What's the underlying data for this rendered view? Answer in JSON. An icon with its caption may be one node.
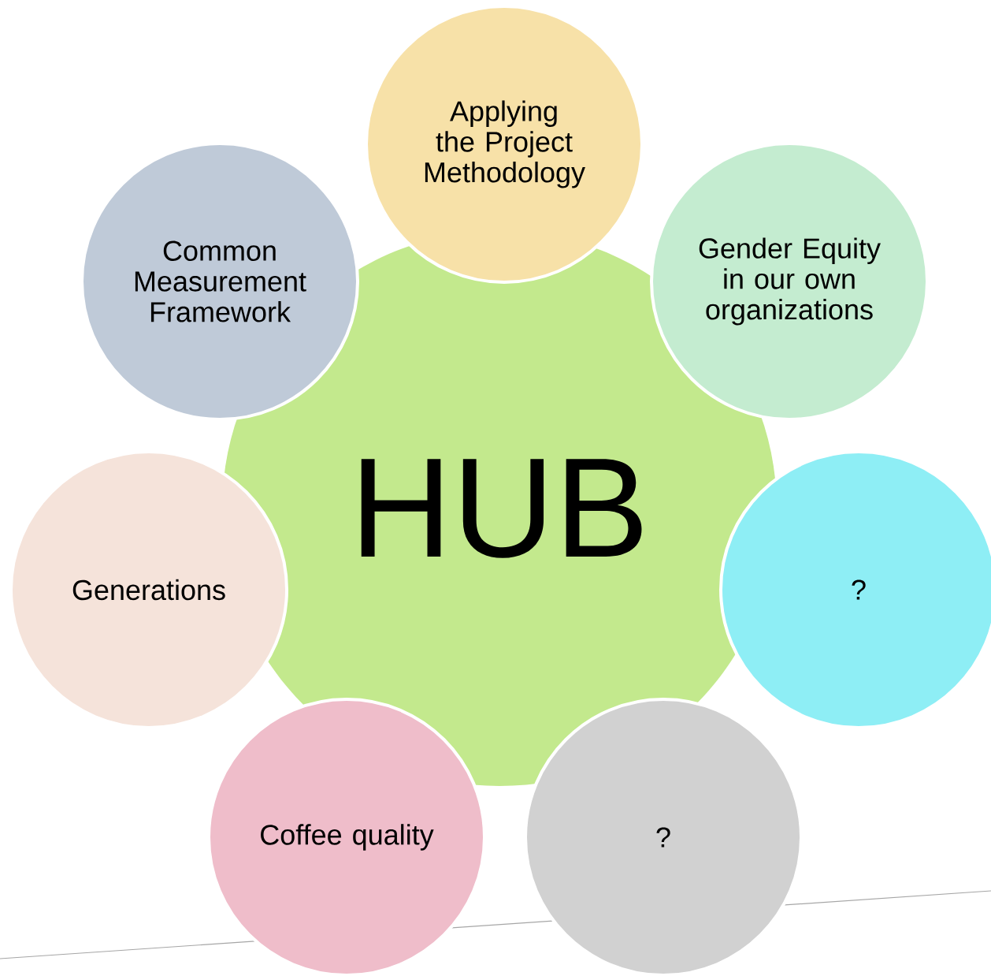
{
  "diagram": {
    "nodes": [
      {
        "text": [
          "Applying the Project Methodology"
        ]
      },
      {
        "text": [
          "Common Measurement Framework"
        ]
      },
      {
        "text": [
          "Gender Equity in our own organizations"
        ]
      },
      {
        "text": [
          "HUB"
        ]
      },
      {
        "text": [
          "Generations"
        ]
      },
      {
        "text": [
          "?"
        ]
      },
      {
        "text": [
          "Coffee quality"
        ]
      },
      {
        "text": [
          "?"
        ]
      }
    ]
  }
}
